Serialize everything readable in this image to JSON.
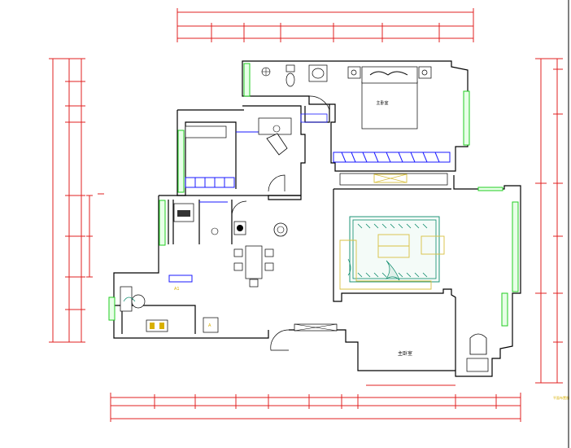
{
  "rooms": {
    "master_bedroom": "主卧室",
    "living_room": "主卧室"
  },
  "stamp": "平面布置图",
  "colors": {
    "dimension": "#e02020",
    "wall": "#000000",
    "window": "#22cc22",
    "cabinet": "#1a1aff",
    "sofa": "#d8c040",
    "rug": "#0a8a6a"
  },
  "icons": [
    "bed-icon",
    "sofa-icon",
    "dining-table-icon",
    "toilet-icon",
    "washbasin-icon",
    "plant-icon",
    "door-icon"
  ]
}
